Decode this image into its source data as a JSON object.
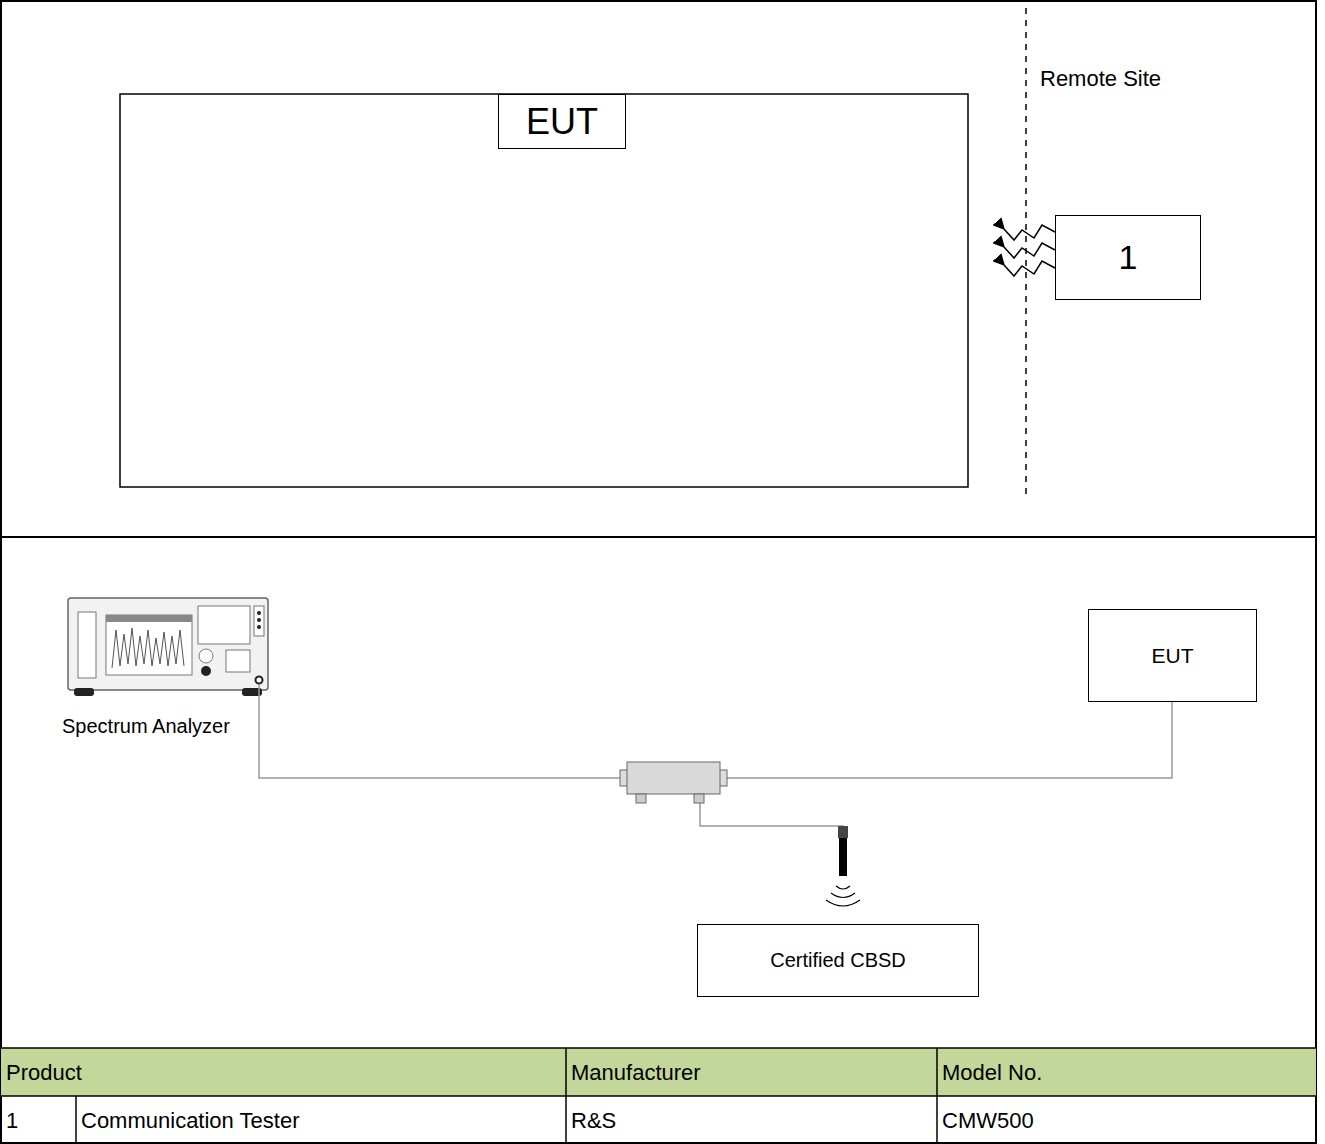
{
  "diagram": {
    "nodes": [
      {
        "text": [
          "EUT"
        ]
      },
      {
        "text": [
          "1"
        ]
      },
      {
        "text": [
          "EUT"
        ]
      },
      {
        "text": [
          "Certified CBSD"
        ]
      }
    ],
    "labels": [
      "Remote Site",
      "Spectrum Analyzer",
      "Product",
      "Manufacturer",
      "Model No.",
      "1",
      "Communication Tester",
      "R&S",
      "CMW500"
    ]
  }
}
